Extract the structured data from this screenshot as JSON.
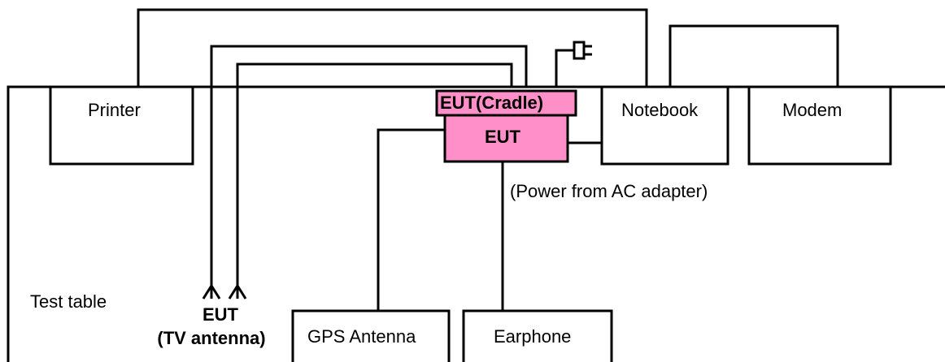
{
  "labels": {
    "printer": "Printer",
    "eut_cradle": "EUT(Cradle)",
    "eut": "EUT",
    "notebook": "Notebook",
    "modem": "Modem",
    "power_note": "(Power from AC adapter)",
    "test_table": "Test table",
    "tv_antenna_line1": "EUT",
    "tv_antenna_line2": "(TV antenna)",
    "gps_antenna": "GPS Antenna",
    "earphone": "Earphone"
  },
  "colors": {
    "line": "#000000",
    "eut_fill": "#ff8fc8",
    "background": "#ffffff"
  },
  "icons": {
    "power_plug": "plug-icon",
    "tv_antenna": "antenna-icon"
  }
}
